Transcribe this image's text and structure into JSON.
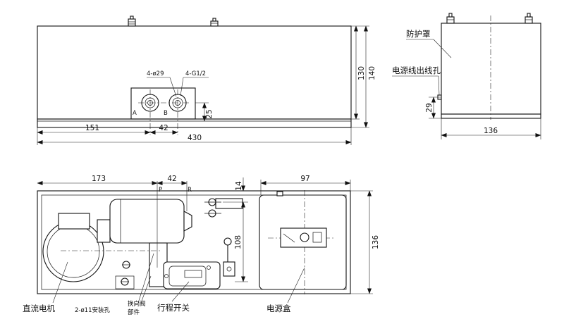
{
  "front_view": {
    "dims": {
      "overall_length": "430",
      "offset_a": "151",
      "port_spacing": "42",
      "height_body": "130",
      "height_total": "140",
      "port_height": "25"
    },
    "ports": {
      "hole_spec": "4-ø29",
      "thread_spec": "4-G1/2",
      "port_a": "A",
      "port_b": "B"
    }
  },
  "side_view": {
    "dims": {
      "width": "136",
      "cable_height": "29"
    },
    "labels": {
      "cover": "防护罩",
      "cable_hole": "电源线出线孔"
    }
  },
  "top_view": {
    "dims": {
      "motor_offset": "173",
      "pr_spacing": "42",
      "box_width": "97",
      "depth": "136",
      "mount_spacing": "108",
      "edge_gap": "14"
    },
    "ports": {
      "p": "P",
      "r": "R"
    },
    "callouts": {
      "motor": "直流电机",
      "mount_holes": "2-ø11安装孔",
      "valve_line1": "换向阀",
      "valve_line2": "部件",
      "limit_switch": "行程开关",
      "power_box": "电源盒"
    }
  }
}
